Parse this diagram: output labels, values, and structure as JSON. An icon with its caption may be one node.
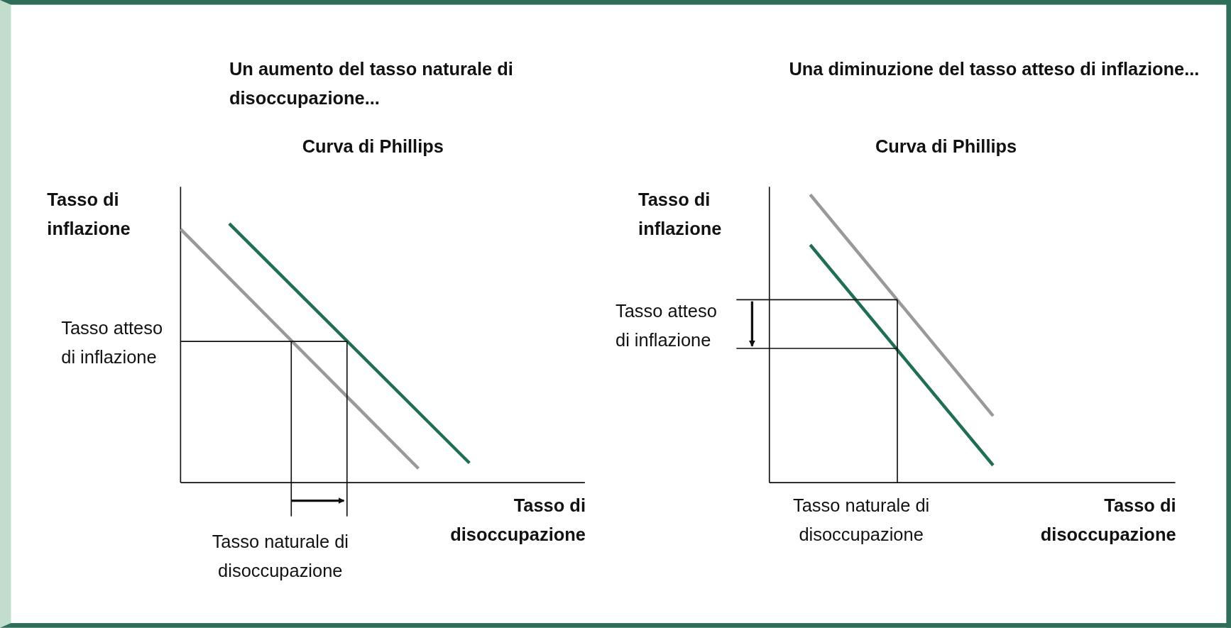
{
  "diagram": {
    "labels": [
      "Un aumento del tasso naturale di disoccupazione...",
      "Curva di Phillips",
      "Tasso di inflazione",
      "Tasso atteso di inflazione",
      "Tasso di disoccupazione",
      "Tasso naturale di disoccupazione",
      "Una diminuzione del tasso atteso di inflazione...",
      "Curva di Phillips",
      "Tasso di inflazione",
      "Tasso atteso di inflazione",
      "Tasso naturale di disoccupazione",
      "Tasso di disoccupazione"
    ]
  }
}
